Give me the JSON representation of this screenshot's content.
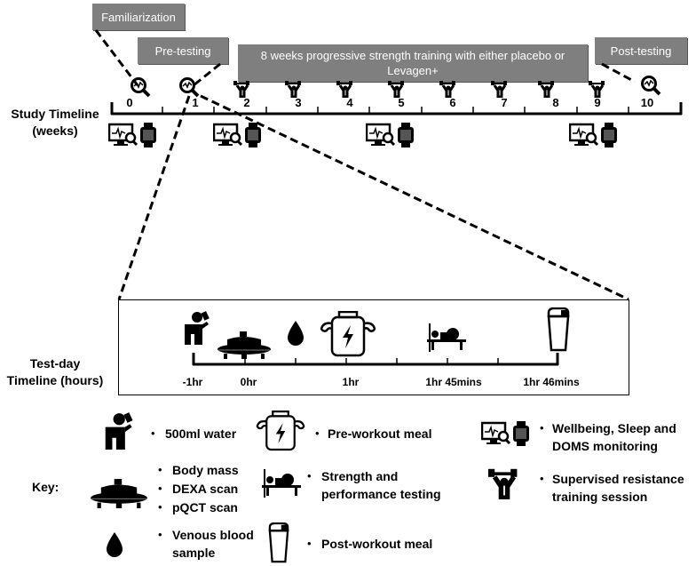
{
  "boxes": {
    "familiarization": "Familiarization",
    "pre_testing": "Pre-testing",
    "training": "8 weeks progressive strength training with either placebo or Levagen+",
    "post_testing": "Post-testing"
  },
  "study_timeline": {
    "label": "Study Timeline (weeks)",
    "weeks": [
      "0",
      "1",
      "2",
      "3",
      "4",
      "5",
      "6",
      "7",
      "8",
      "9",
      "10"
    ]
  },
  "test_day": {
    "label": "Test-day Timeline (hours)",
    "ticks": [
      "-1hr",
      "0hr",
      "1hr",
      "1hr 45mins",
      "1hr 46mins"
    ]
  },
  "key": {
    "title": "Key:",
    "water": "500ml water",
    "preworkout": "Pre-workout meal",
    "monitoring": [
      "Wellbeing, Sleep and",
      "DOMS monitoring"
    ],
    "body_scans": [
      "Body mass",
      "DEXA scan",
      "pQCT scan"
    ],
    "strength": [
      "Strength and",
      "performance testing"
    ],
    "supervised": [
      "Supervised resistance",
      "training session"
    ],
    "blood": [
      "Venous blood",
      "sample"
    ],
    "postworkout": "Post-workout meal"
  },
  "icons": {
    "magnifier": "search-chart-icon",
    "lifter": "weightlifter-icon",
    "monitor": "monitor-watch-icon",
    "drinker": "drinking-person-icon",
    "scanner": "body-scanner-icon",
    "drop": "blood-drop-icon",
    "jar": "supplement-jar-icon",
    "bench": "bench-press-icon",
    "shaker": "shaker-cup-icon"
  }
}
